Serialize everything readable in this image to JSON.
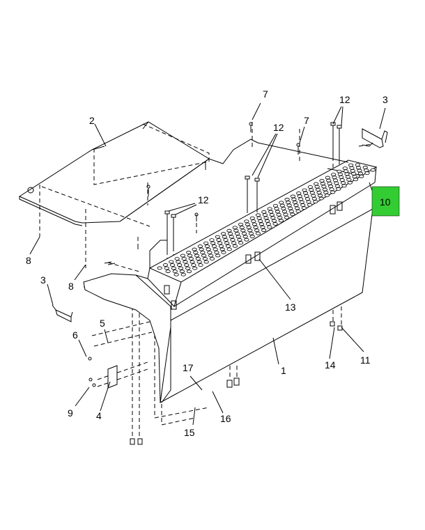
{
  "diagram": {
    "highlight_color": "#33cc33",
    "callouts": {
      "c1": "1",
      "c2": "2",
      "c3a": "3",
      "c3b": "3",
      "c4": "4",
      "c5": "5",
      "c6": "6",
      "c7a": "7",
      "c7b": "7",
      "c8a": "8",
      "c8b": "8",
      "c9": "9",
      "c10": "10",
      "c11": "11",
      "c12a": "12",
      "c12b": "12",
      "c12c": "12",
      "c13": "13",
      "c14": "14",
      "c15": "15",
      "c16": "16",
      "c17": "17"
    }
  }
}
